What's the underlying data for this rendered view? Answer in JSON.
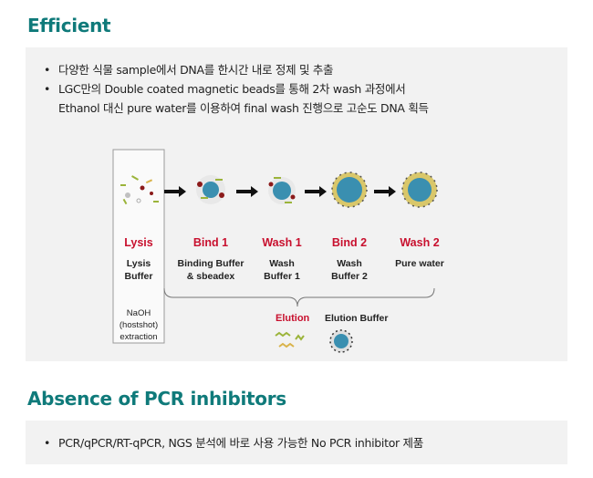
{
  "sections": [
    {
      "title": "Efficient",
      "bullets": [
        {
          "text": "다양한 식물 sample에서 DNA를 한시간 내로 정제 및 추출",
          "cont": ""
        },
        {
          "text": "LGC만의 Double coated magnetic beads를 통해 2차 wash 과정에서",
          "cont": "Ethanol 대신 pure water를 이용하여 final wash 진행으로 고순도 DNA 획득"
        }
      ]
    },
    {
      "title": "Absence of PCR inhibitors",
      "bullets": [
        {
          "text": "PCR/qPCR/RT-qPCR, NGS 분석에 바로 사용 가능한 No PCR inhibitor 제품",
          "cont": ""
        }
      ]
    }
  ],
  "diagram": {
    "steps": [
      {
        "name": "Lysis",
        "line1": "Lysis",
        "line2": "Buffer"
      },
      {
        "name": "Bind 1",
        "line1": "Binding Buffer",
        "line2": "& sbeadex"
      },
      {
        "name": "Wash 1",
        "line1": "Wash",
        "line2": "Buffer 1"
      },
      {
        "name": "Bind 2",
        "line1": "Wash",
        "line2": "Buffer 2"
      },
      {
        "name": "Wash 2",
        "line1": "Pure water",
        "line2": ""
      }
    ],
    "lysis_note": [
      "NaOH",
      "(hostshot)",
      "extraction"
    ],
    "elution_label": "Elution",
    "elution_buffer": "Elution Buffer"
  },
  "colors": {
    "title": "#0f7a7a",
    "step_label": "#c8102e",
    "box_bg": "#f2f2f2",
    "bead": "#3a8fb0"
  }
}
